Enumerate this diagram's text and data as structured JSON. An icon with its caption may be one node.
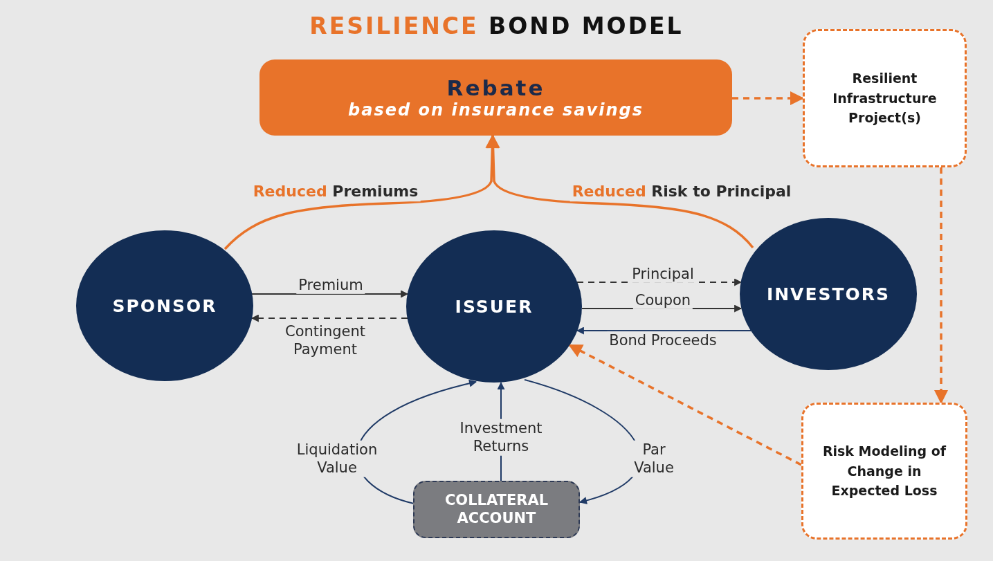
{
  "diagram": {
    "title": "RESILIENCE BOND MODEL",
    "nodes": [
      {
        "text": [
          "Rebate",
          "based on insurance savings"
        ]
      },
      {
        "text": [
          "Resilient Infrastructure Project(s)"
        ]
      },
      {
        "text": [
          "SPONSOR"
        ]
      },
      {
        "text": [
          "ISSUER"
        ]
      },
      {
        "text": [
          "INVESTORS"
        ]
      },
      {
        "text": [
          "Risk Modeling of Change in Expected Loss"
        ]
      },
      {
        "text": [
          "COLLATERAL ACCOUNT"
        ]
      }
    ],
    "edges": [
      {
        "from": 2,
        "to": 0,
        "arrow": "to",
        "label": "Reduced Premiums"
      },
      {
        "from": 4,
        "to": 0,
        "arrow": "to",
        "label": "Reduced Risk to Principal"
      },
      {
        "from": 0,
        "to": 1,
        "arrow": "to",
        "style": "dashed"
      },
      {
        "from": 1,
        "to": 5,
        "arrow": "to",
        "style": "dashed"
      },
      {
        "from": 5,
        "to": 3,
        "arrow": "to",
        "style": "dashed"
      },
      {
        "from": 2,
        "to": 3,
        "arrow": "to",
        "label": "Premium",
        "color": "#333333"
      },
      {
        "from": 3,
        "to": 2,
        "arrow": "to",
        "label": "Contingent Payment",
        "style": "dashed",
        "color": "#333333"
      },
      {
        "from": 3,
        "to": 4,
        "arrow": "to",
        "label": "Principal",
        "style": "dashed",
        "color": "#333333"
      },
      {
        "from": 3,
        "to": 4,
        "arrow": "to",
        "label": "Coupon",
        "color": "#333333"
      },
      {
        "from": 4,
        "to": 3,
        "arrow": "to",
        "label": "Bond Proceeds",
        "color": "#1f3a66"
      },
      {
        "from": 6,
        "to": 3,
        "arrow": "to",
        "label": "Liquidation Value",
        "color": "#1f3a66"
      },
      {
        "from": 6,
        "to": 3,
        "arrow": "to",
        "label": "Investment Returns",
        "color": "#1f3a66"
      },
      {
        "from": 3,
        "to": 6,
        "arrow": "to",
        "label": "Par Value",
        "color": "#1f3a66"
      }
    ]
  }
}
